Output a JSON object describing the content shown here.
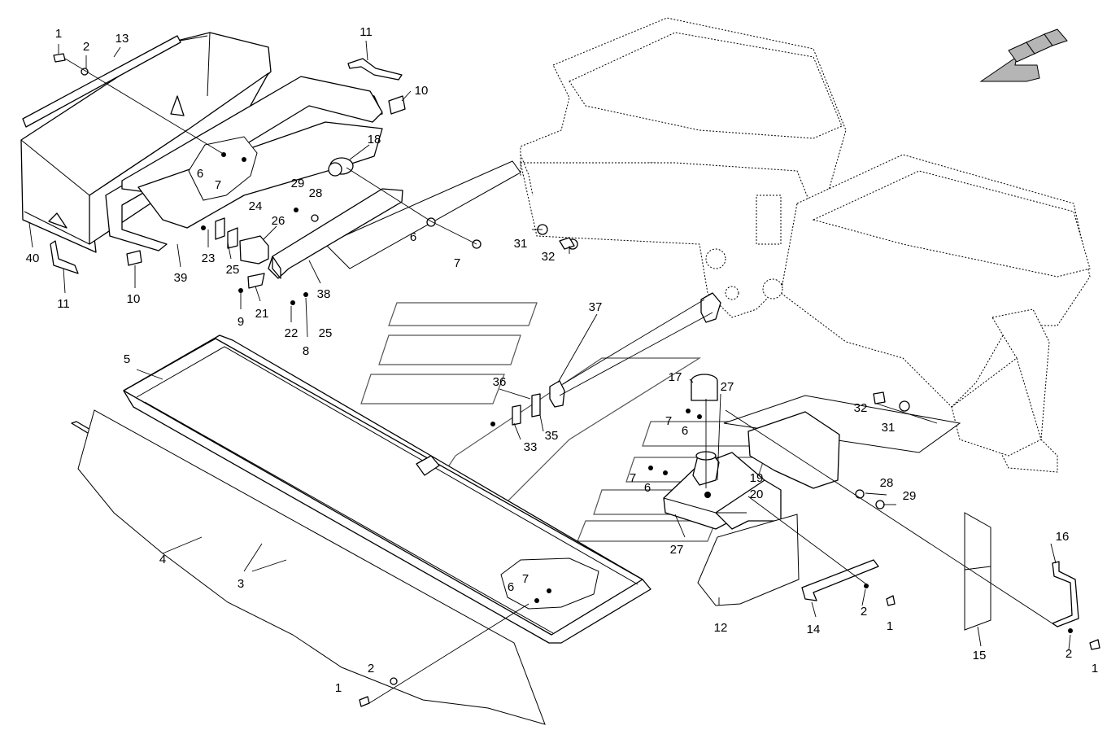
{
  "diagram": {
    "arrow_color": "#b5b5b5",
    "callouts": [
      {
        "id": "c1a",
        "text": "1"
      },
      {
        "id": "c2a",
        "text": "2"
      },
      {
        "id": "c13",
        "text": "13"
      },
      {
        "id": "c11a",
        "text": "11"
      },
      {
        "id": "c10a",
        "text": "10"
      },
      {
        "id": "c18",
        "text": "18"
      },
      {
        "id": "c6a",
        "text": "6"
      },
      {
        "id": "c7a",
        "text": "7"
      },
      {
        "id": "c29a",
        "text": "29"
      },
      {
        "id": "c28a",
        "text": "28"
      },
      {
        "id": "c24",
        "text": "24"
      },
      {
        "id": "c26",
        "text": "26"
      },
      {
        "id": "c6b",
        "text": "6"
      },
      {
        "id": "c7b",
        "text": "7"
      },
      {
        "id": "c31a",
        "text": "31"
      },
      {
        "id": "c32a",
        "text": "32"
      },
      {
        "id": "c40",
        "text": "40"
      },
      {
        "id": "c11b",
        "text": "11"
      },
      {
        "id": "c10b",
        "text": "10"
      },
      {
        "id": "c39",
        "text": "39"
      },
      {
        "id": "c23",
        "text": "23"
      },
      {
        "id": "c25a",
        "text": "25"
      },
      {
        "id": "c38",
        "text": "38"
      },
      {
        "id": "c9",
        "text": "9"
      },
      {
        "id": "c21",
        "text": "21"
      },
      {
        "id": "c22",
        "text": "22"
      },
      {
        "id": "c8",
        "text": "8"
      },
      {
        "id": "c25b",
        "text": "25"
      },
      {
        "id": "c37",
        "text": "37"
      },
      {
        "id": "c5",
        "text": "5"
      },
      {
        "id": "c36",
        "text": "36"
      },
      {
        "id": "c33",
        "text": "33"
      },
      {
        "id": "c35",
        "text": "35"
      },
      {
        "id": "c17",
        "text": "17"
      },
      {
        "id": "c27a",
        "text": "27"
      },
      {
        "id": "c7c",
        "text": "7"
      },
      {
        "id": "c6c",
        "text": "6"
      },
      {
        "id": "c7d",
        "text": "7"
      },
      {
        "id": "c6d",
        "text": "6"
      },
      {
        "id": "c19",
        "text": "19"
      },
      {
        "id": "c20",
        "text": "20"
      },
      {
        "id": "c27b",
        "text": "27"
      },
      {
        "id": "c32b",
        "text": "32"
      },
      {
        "id": "c31b",
        "text": "31"
      },
      {
        "id": "c28b",
        "text": "28"
      },
      {
        "id": "c29b",
        "text": "29"
      },
      {
        "id": "c4",
        "text": "4"
      },
      {
        "id": "c3",
        "text": "3"
      },
      {
        "id": "c7e",
        "text": "7"
      },
      {
        "id": "c6e",
        "text": "6"
      },
      {
        "id": "c12",
        "text": "12"
      },
      {
        "id": "c14",
        "text": "14"
      },
      {
        "id": "c2b",
        "text": "2"
      },
      {
        "id": "c1b",
        "text": "1"
      },
      {
        "id": "c16",
        "text": "16"
      },
      {
        "id": "c15",
        "text": "15"
      },
      {
        "id": "c2c",
        "text": "2"
      },
      {
        "id": "c1c",
        "text": "1"
      },
      {
        "id": "c2d",
        "text": "2"
      },
      {
        "id": "c1d",
        "text": "1"
      }
    ]
  }
}
